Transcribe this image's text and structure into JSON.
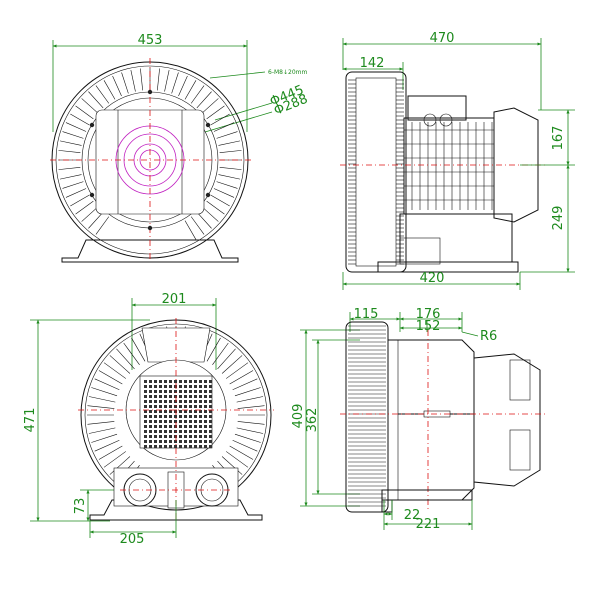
{
  "colors": {
    "dimension": "#1d8a1d",
    "outline": "#111111",
    "centerline": "#dd1111",
    "bolt_circle": "#c020c0"
  },
  "views": {
    "front": {
      "width": "453",
      "phi_outer": "Φ445",
      "phi_inner": "Φ288",
      "note": "6-M8↓20mm"
    },
    "side": {
      "total_length": "470",
      "inlet_length": "142",
      "height_top": "167",
      "height_bottom": "249",
      "base_length": "420"
    },
    "rear": {
      "top_width": "201",
      "height": "471",
      "port_height": "73",
      "base_width": "205"
    },
    "section": {
      "d115": "115",
      "d176": "176",
      "d152": "152",
      "radius": "R6",
      "h409": "409",
      "h362": "362",
      "d22": "22",
      "d221": "221"
    }
  }
}
